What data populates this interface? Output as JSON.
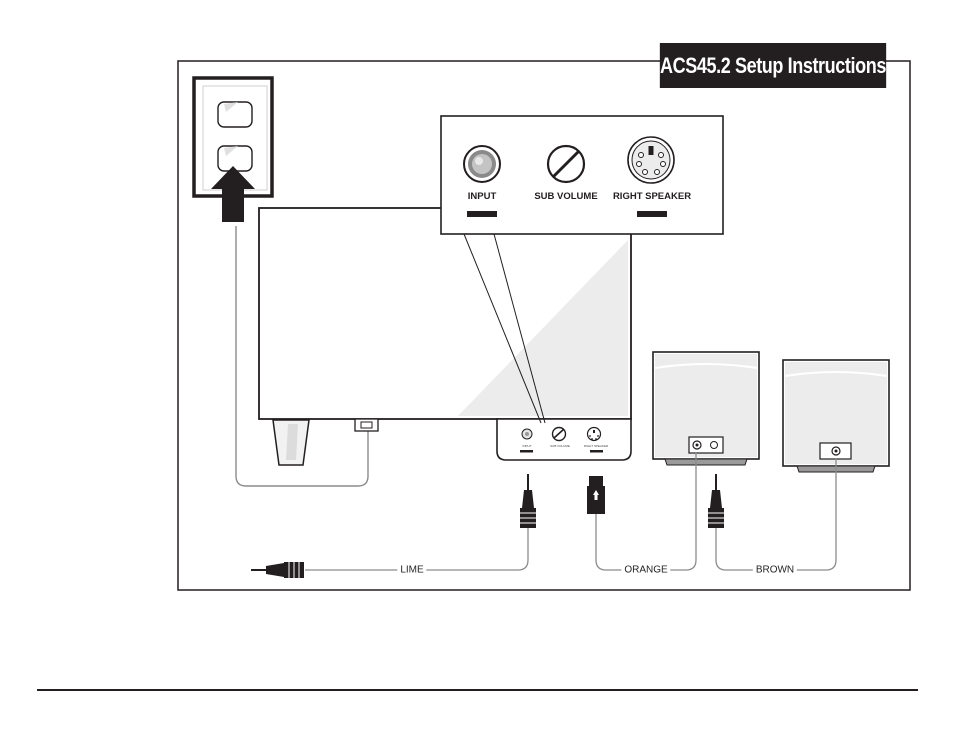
{
  "title": "ACS45.2 Setup Instructions",
  "callout_panel": {
    "input_label": "INPUT",
    "sub_volume_label": "SUB VOLUME",
    "right_speaker_label": "RIGHT SPEAKER"
  },
  "subwoofer_panel": {
    "input_label": "INPUT",
    "sub_volume_label": "SUB VOLUME",
    "right_speaker_label": "RIGHT SPEAKER"
  },
  "cables": {
    "lime": "LIME",
    "orange": "ORANGE",
    "brown": "BROWN"
  },
  "icons": [
    "power-outlet-icon",
    "up-arrow-icon",
    "input-jack-icon",
    "volume-knob-icon",
    "din-connector-icon",
    "power-switch-icon",
    "audio-plug-icon"
  ],
  "colors": {
    "ink": "#231f20",
    "fill_gray": "#e6e6e6",
    "background": "#ffffff"
  }
}
